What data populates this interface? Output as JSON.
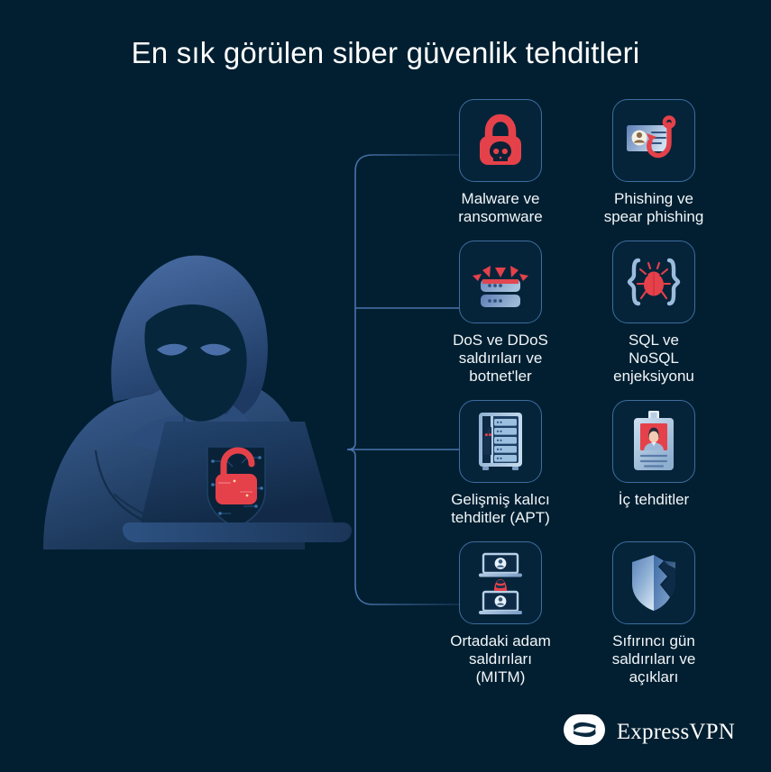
{
  "page": {
    "title": "En sık görülen siber güvenlik tehditleri",
    "background_color": "#011f31",
    "accent_red": "#e5414a",
    "accent_blue": "#3f6d9e",
    "text_color": "#f2f6f9"
  },
  "illustration": {
    "name": "hooded-hacker-at-laptop",
    "hood_color": "#3f6193",
    "face_color": "#06263c",
    "eye_color": "#4a6fa8",
    "laptop_color": "#1d3d66",
    "padlock_color": "#e5414a"
  },
  "threats": [
    {
      "icon": "padlock-skull-icon",
      "label": "Malware ve\nransomware"
    },
    {
      "icon": "id-card-fishhook-icon",
      "label": "Phishing ve\nspear phishing"
    },
    {
      "icon": "server-attack-arrows-icon",
      "label": "DoS ve DDoS\nsaldırıları ve\nbotnet'ler"
    },
    {
      "icon": "code-braces-bug-icon",
      "label": "SQL ve\nNoSQL\nenjeksiyonu"
    },
    {
      "icon": "server-cabinet-intruder-icon",
      "label": "Gelişmiş kalıcı\ntehditler (APT)"
    },
    {
      "icon": "id-badge-person-icon",
      "label": "İç tehditler"
    },
    {
      "icon": "two-laptops-interceptor-icon",
      "label": "Ortadaki adam\nsaldırıları\n(MITM)"
    },
    {
      "icon": "cracked-shield-icon",
      "label": "Sıfırıncı gün\nsaldırıları ve\naçıkları"
    }
  ],
  "logo": {
    "mark": "expressvpn-e-mark-icon",
    "text": "ExpressVPN"
  }
}
